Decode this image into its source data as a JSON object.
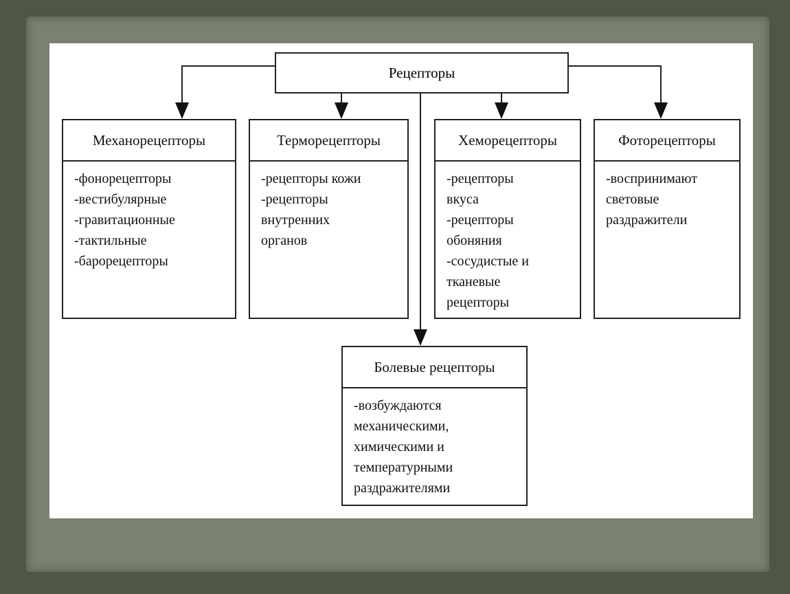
{
  "root": "Рецепторы",
  "categories": [
    {
      "title": "Механорецепторы",
      "items": [
        "-фонорецепторы",
        "-вестибулярные",
        "-гравитационные",
        "-тактильные",
        "-барорецепторы"
      ]
    },
    {
      "title": "Терморецепторы",
      "items": [
        "-рецепторы кожи",
        "-рецепторы",
        "внутренних",
        "органов"
      ]
    },
    {
      "title": "Хеморецепторы",
      "items": [
        "-рецепторы",
        "вкуса",
        "-рецепторы",
        "обоняния",
        "-сосудистые и",
        "тканевые",
        "рецепторы"
      ]
    },
    {
      "title": "Фоторецепторы",
      "items": [
        "-воспринимают",
        "световые",
        "раздражители"
      ]
    },
    {
      "title": "Болевые рецепторы",
      "items": [
        "-возбуждаются",
        "механическими,",
        "химическими и",
        "температурными",
        "раздражителями"
      ]
    }
  ]
}
